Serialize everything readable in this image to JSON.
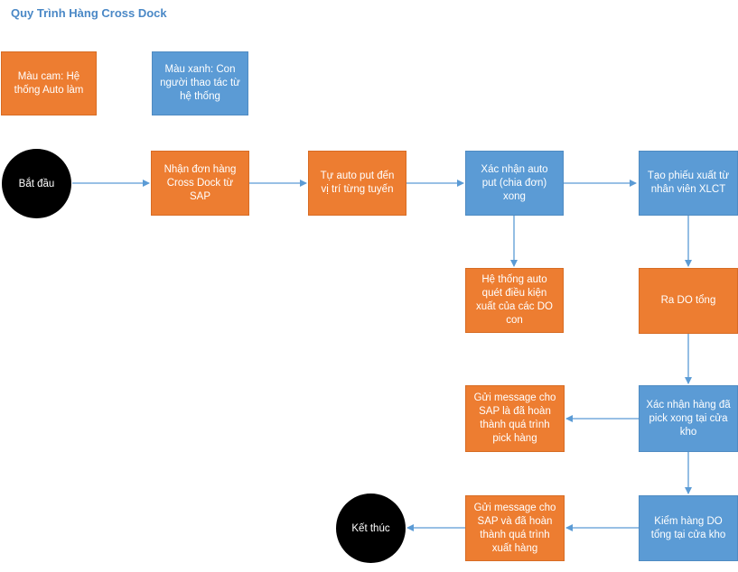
{
  "title": "Quy Trình Hàng Cross Dock",
  "legend": {
    "orange": "Màu cam: Hệ\nthống Auto làm",
    "blue": "Màu xanh: Con\nngười thao tác từ\nhệ thống"
  },
  "nodes": {
    "start": "Bắt đầu",
    "receive_order": "Nhận đơn hàng\nCross Dock từ\nSAP",
    "auto_put": "Tự auto put đến\nvị trí từng tuyến",
    "confirm_put": "Xác nhận auto\nput (chia đơn)\nxong",
    "scan_conditions": "Hệ thống auto\nquét điều kiện\nxuất của các DO\ncon",
    "create_ticket": "Tạo phiếu xuất từ\nnhân viên XLCT",
    "issue_do": "Ra DO tổng",
    "confirm_pick": "Xác nhận hàng đã\npick xong tại cửa\nkho",
    "send_pick_msg": "Gửi message cho\nSAP là đã hoàn\nthành quá trình\npick hàng",
    "check_goods": "Kiểm hàng DO\ntổng tại cửa kho",
    "send_export_msg": "Gửi message cho\nSAP và đã hoàn\nthành quá trình\nxuất hàng",
    "end": "Kết thúc"
  },
  "colors": {
    "orange": "#ed7d31",
    "blue": "#5b9bd5",
    "title": "#4a88c6",
    "connector": "#5b9bd5",
    "terminal": "#000000"
  }
}
